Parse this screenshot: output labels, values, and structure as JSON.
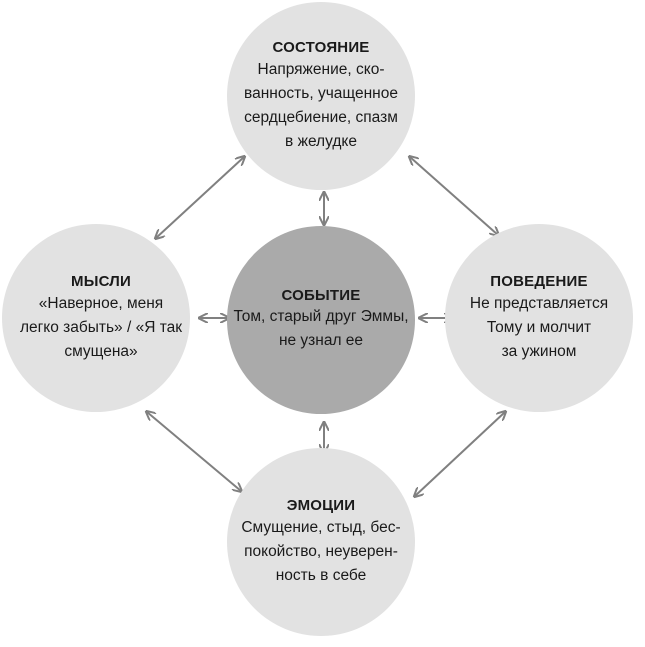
{
  "nodes": {
    "state": {
      "title": "СОСТОЯНИЕ",
      "body": "Напряжение, ско-\nванность, учащенное\nсердцебиение, спазм\nв желудке"
    },
    "thoughts": {
      "title": "МЫСЛИ",
      "body": "«Наверное, меня\nлегко забыть» / «Я так\nсмущена»"
    },
    "event": {
      "title": "СОБЫТИЕ",
      "body": "Том, старый друг Эммы,\nне узнал ее"
    },
    "behavior": {
      "title": "ПОВЕДЕНИЕ",
      "body": "Не представляется\nТому и молчит\nза ужином"
    },
    "emotions": {
      "title": "ЭМОЦИИ",
      "body": "Смущение, стыд, бес-\nпокойство, неуверен-\nность в себе"
    }
  },
  "colors": {
    "outer_circle": "#e2e2e2",
    "center_circle": "#aaaaaa",
    "arrow": "#808080",
    "text": "#1a1a1a"
  }
}
